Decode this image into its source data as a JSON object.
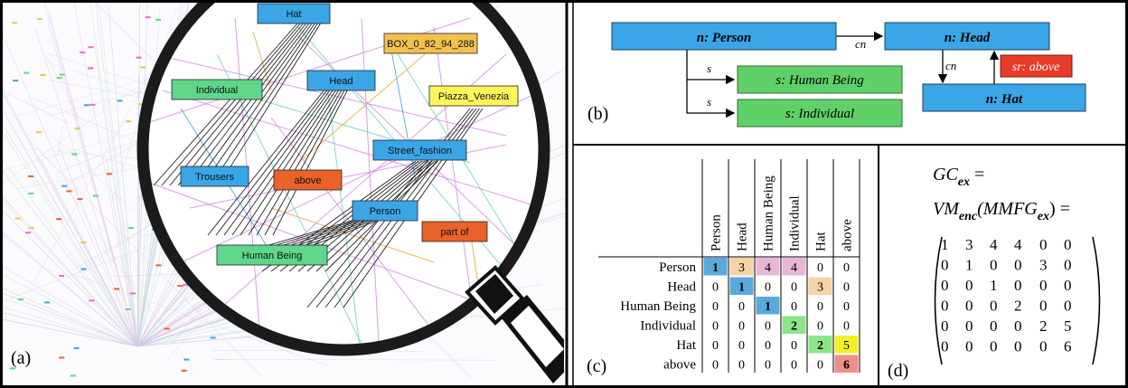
{
  "panel_a": {
    "label": "(a)",
    "nodes": [
      {
        "id": "hat",
        "text": "Hat",
        "color": "#3aa6e8"
      },
      {
        "id": "box",
        "text": "BOX_0_82_94_288",
        "color": "#f2c14e"
      },
      {
        "id": "individual",
        "text": "Individual",
        "color": "#5fd68a"
      },
      {
        "id": "head",
        "text": "Head",
        "color": "#3aa6e8"
      },
      {
        "id": "piazza",
        "text": "Piazza_Venezia",
        "color": "#fff45c"
      },
      {
        "id": "street",
        "text": "Street_fashion",
        "color": "#3aa6e8"
      },
      {
        "id": "trousers",
        "text": "Trousers",
        "color": "#3aa6e8"
      },
      {
        "id": "above",
        "text": "above",
        "color": "#e8622a"
      },
      {
        "id": "person",
        "text": "Person",
        "color": "#3aa6e8"
      },
      {
        "id": "partof",
        "text": "part of",
        "color": "#e8622a"
      },
      {
        "id": "humanbeing",
        "text": "Human Being",
        "color": "#5fd68a"
      }
    ]
  },
  "panel_b": {
    "label": "(b)",
    "nodes": {
      "person": "n: Person",
      "head": "n: Head",
      "human_being": "s: Human Being",
      "individual": "s: Individual",
      "hat": "n: Hat",
      "above": "sr: above"
    },
    "edges": {
      "cn1": "cn",
      "cn2": "cn",
      "s1": "s",
      "s2": "s"
    },
    "colors": {
      "node_blue": "#3aa6e8",
      "node_green": "#5fd068",
      "node_red": "#e83b2a"
    }
  },
  "panel_c": {
    "label": "(c)",
    "columns": [
      "Person",
      "Head",
      "Human Being",
      "Individual",
      "Hat",
      "above"
    ],
    "rows": [
      {
        "name": "Person",
        "values": [
          "1",
          "3",
          "4",
          "4",
          "0",
          "0"
        ]
      },
      {
        "name": "Head",
        "values": [
          "0",
          "1",
          "0",
          "0",
          "3",
          "0"
        ]
      },
      {
        "name": "Human Being",
        "values": [
          "0",
          "0",
          "1",
          "0",
          "0",
          "0"
        ]
      },
      {
        "name": "Individual",
        "values": [
          "0",
          "0",
          "0",
          "2",
          "0",
          "0"
        ]
      },
      {
        "name": "Hat",
        "values": [
          "0",
          "0",
          "0",
          "0",
          "2",
          "5"
        ]
      },
      {
        "name": "above",
        "values": [
          "0",
          "0",
          "0",
          "0",
          "0",
          "6"
        ]
      }
    ],
    "highlights": [
      {
        "r": 0,
        "c": 0,
        "color": "#5aa9dc"
      },
      {
        "r": 0,
        "c": 1,
        "color": "#f6d2a8"
      },
      {
        "r": 0,
        "c": 2,
        "color": "#e9b7d6"
      },
      {
        "r": 0,
        "c": 3,
        "color": "#e9b7d6"
      },
      {
        "r": 1,
        "c": 1,
        "color": "#5aa9dc"
      },
      {
        "r": 1,
        "c": 4,
        "color": "#f6d2a8"
      },
      {
        "r": 2,
        "c": 2,
        "color": "#5aa9dc"
      },
      {
        "r": 3,
        "c": 3,
        "color": "#8be58a"
      },
      {
        "r": 4,
        "c": 4,
        "color": "#8be58a"
      },
      {
        "r": 4,
        "c": 5,
        "color": "#f5f026"
      },
      {
        "r": 5,
        "c": 5,
        "color": "#ef8f87"
      }
    ]
  },
  "panel_d": {
    "label": "(d)",
    "line1": "GC",
    "line1_sub": "ex",
    "line1_tail": " =",
    "line2": "VM",
    "line2_sub": "enc",
    "line2_mid": "(MMFG",
    "line2_sub2": "ex",
    "line2_tail": ") =",
    "matrix": [
      [
        "1",
        "3",
        "4",
        "4",
        "0",
        "0"
      ],
      [
        "0",
        "1",
        "0",
        "0",
        "3",
        "0"
      ],
      [
        "0",
        "0",
        "1",
        "0",
        "0",
        "0"
      ],
      [
        "0",
        "0",
        "0",
        "2",
        "0",
        "0"
      ],
      [
        "0",
        "0",
        "0",
        "0",
        "2",
        "5"
      ],
      [
        "0",
        "0",
        "0",
        "0",
        "0",
        "6"
      ]
    ]
  }
}
